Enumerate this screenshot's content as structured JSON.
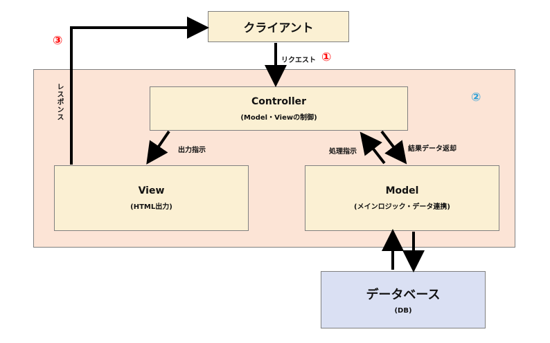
{
  "diagram": {
    "client": {
      "title": "クライアント"
    },
    "controller": {
      "title": "Controller",
      "subtitle": "(Model・Viewの制御)"
    },
    "view": {
      "title": "View",
      "subtitle": "(HTML出力)"
    },
    "model": {
      "title": "Model",
      "subtitle": "(メインロジック・データ連携)"
    },
    "database": {
      "title": "データベース",
      "subtitle": "(DB)"
    },
    "labels": {
      "request": "リクエスト",
      "response": "レスポンス",
      "output_instruction": "出力指示",
      "process_instruction": "処理指示",
      "result_return": "結果データ返却"
    },
    "steps": {
      "step1": "①",
      "step2": "②",
      "step3": "③"
    },
    "colors": {
      "app_area": "#fce4d6",
      "component": "#fbf0d3",
      "database": "#dae0f3",
      "step1": "#ff0000",
      "step2": "#2e9fd6",
      "step3": "#ff0000"
    }
  }
}
